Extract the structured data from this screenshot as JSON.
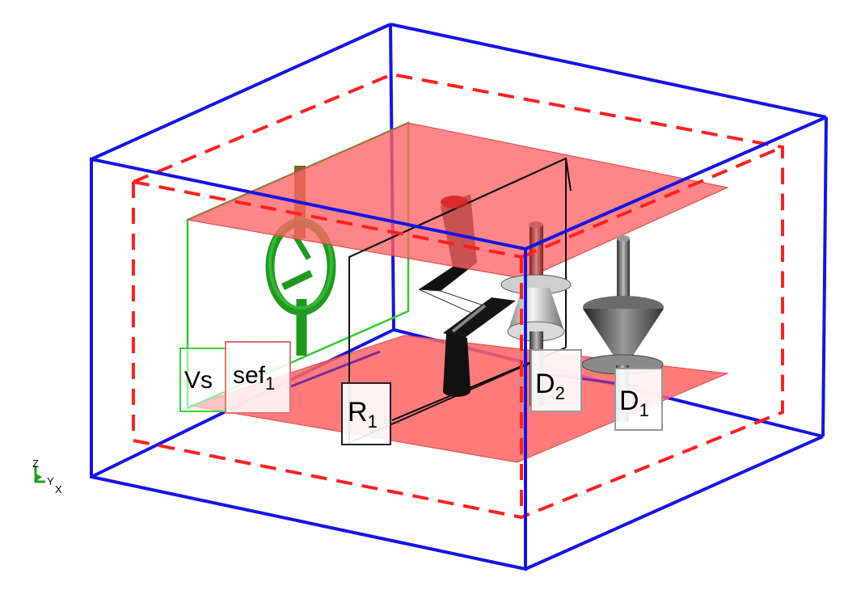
{
  "labels": {
    "vs": "Vs",
    "sef_base": "sef",
    "sef_sub": "1",
    "r1_base": "R",
    "r1_sub": "1",
    "d2_base": "D",
    "d2_sub": "2",
    "d1_base": "D",
    "d1_sub": "1"
  },
  "axis": {
    "z": "Z",
    "y": "Y",
    "x": "X"
  },
  "colors": {
    "bounding_box": "#1414e6",
    "inner_dashed_box": "#ff2020",
    "plates": "#ff6464",
    "source": "#22bb22",
    "resistor": "#111111",
    "diode": "#555555",
    "vs_frame": "#33cc33"
  },
  "icons": {
    "voltage_source": "voltage-source-icon",
    "resistor": "resistor-icon",
    "diode": "diode-icon",
    "axis_triad": "axis-triad-icon"
  }
}
